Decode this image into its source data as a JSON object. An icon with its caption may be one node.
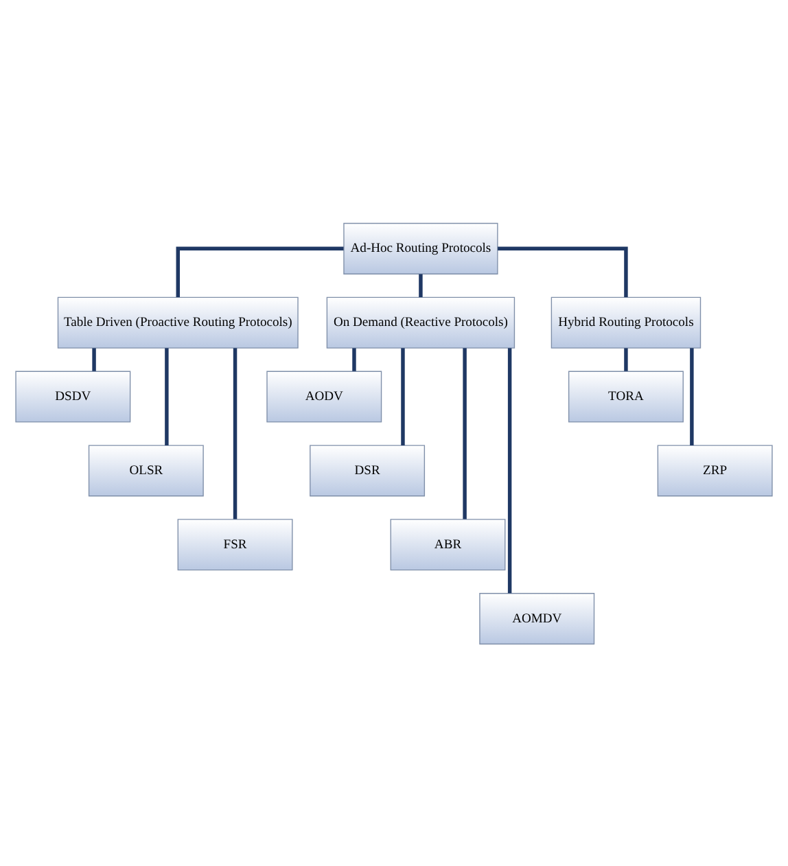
{
  "diagram": {
    "nodes": [
      {
        "text": [
          "Ad-Hoc Routing Protocols"
        ]
      },
      {
        "text": [
          "Table Driven (Proactive Routing Protocols)"
        ]
      },
      {
        "text": [
          "On Demand (Reactive Protocols)"
        ]
      },
      {
        "text": [
          "Hybrid Routing Protocols"
        ]
      },
      {
        "text": [
          "DSDV"
        ]
      },
      {
        "text": [
          "OLSR"
        ]
      },
      {
        "text": [
          "FSR"
        ]
      },
      {
        "text": [
          "AODV"
        ]
      },
      {
        "text": [
          "DSR"
        ]
      },
      {
        "text": [
          "ABR"
        ]
      },
      {
        "text": [
          "AOMDV"
        ]
      },
      {
        "text": [
          "TORA"
        ]
      },
      {
        "text": [
          "ZRP"
        ]
      }
    ],
    "edges": [
      {
        "from": 0,
        "to": 1,
        "arrow": "none"
      },
      {
        "from": 0,
        "to": 2,
        "arrow": "none"
      },
      {
        "from": 0,
        "to": 3,
        "arrow": "none"
      },
      {
        "from": 1,
        "to": 4,
        "arrow": "none"
      },
      {
        "from": 1,
        "to": 5,
        "arrow": "none"
      },
      {
        "from": 1,
        "to": 6,
        "arrow": "none"
      },
      {
        "from": 2,
        "to": 7,
        "arrow": "none"
      },
      {
        "from": 2,
        "to": 8,
        "arrow": "none"
      },
      {
        "from": 2,
        "to": 9,
        "arrow": "none"
      },
      {
        "from": 2,
        "to": 10,
        "arrow": "none"
      },
      {
        "from": 3,
        "to": 11,
        "arrow": "none"
      },
      {
        "from": 3,
        "to": 12,
        "arrow": "none"
      }
    ]
  }
}
